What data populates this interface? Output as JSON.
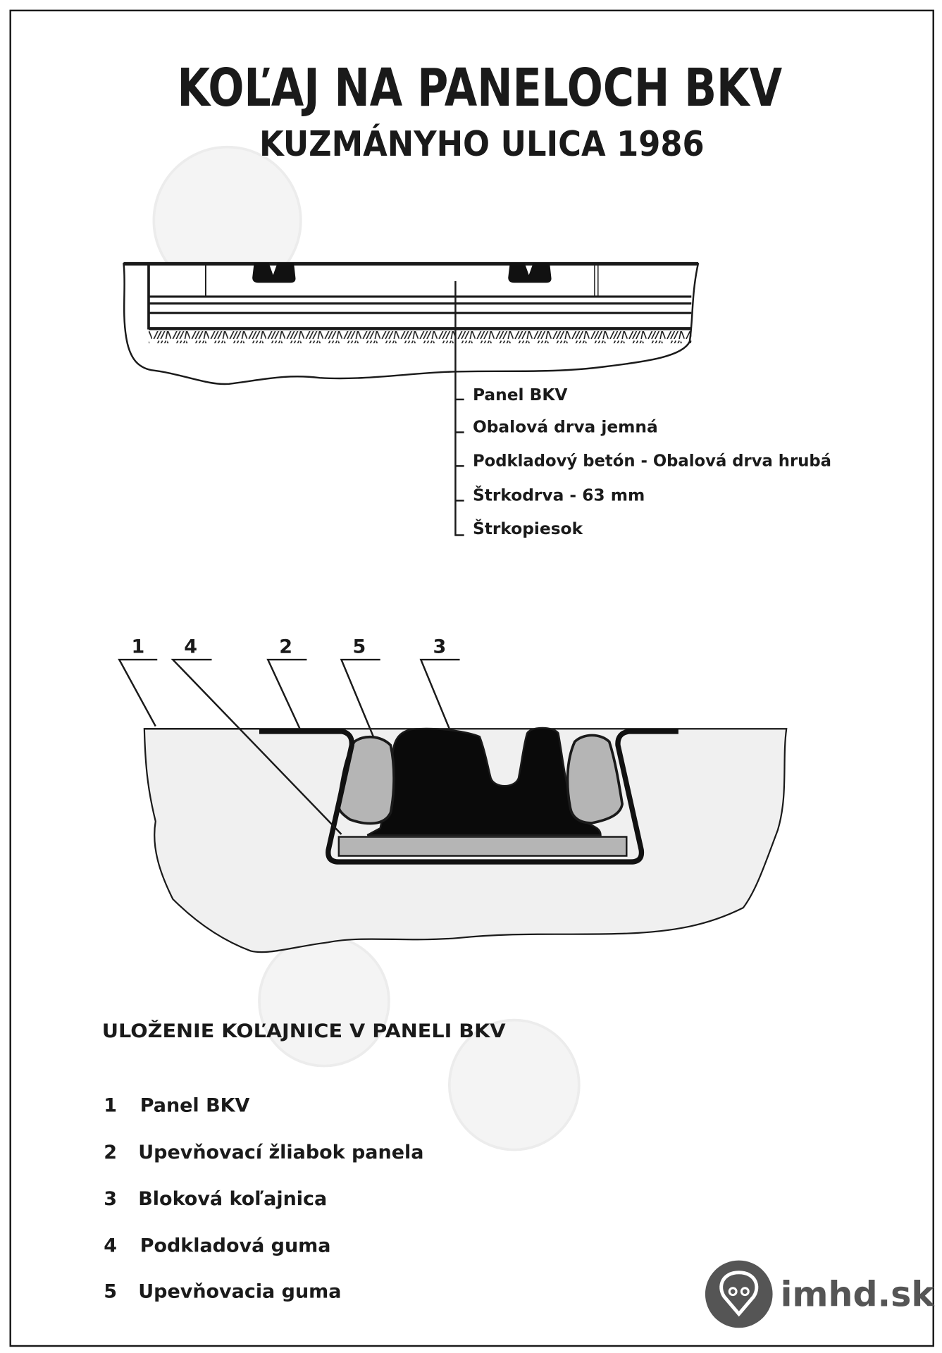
{
  "title": "KOĽAJ NA PANELOCH BKV",
  "subtitle": "KUZMÁNYHO ULICA 1986",
  "cross_section_layers": [
    "Panel BKV",
    "Obalová drva jemná",
    "Podkladový betón - Obalová drva hrubá",
    "Štrkodrva - 63 mm",
    "Štrkopiesok"
  ],
  "detail_callouts": [
    "1",
    "4",
    "2",
    "5",
    "3"
  ],
  "legend": {
    "heading": "ULOŽENIE KOĽAJNICE V PANELI BKV",
    "items": [
      {
        "num": "1",
        "label": "Panel BKV"
      },
      {
        "num": "2",
        "label": "Upevňovací žliabok panela"
      },
      {
        "num": "3",
        "label": "Bloková koľajnica"
      },
      {
        "num": "4",
        "label": "Podkladová guma"
      },
      {
        "num": "5",
        "label": "Upevňovacia guma"
      }
    ]
  },
  "logo": {
    "text": "imhd.sk",
    "color": "#555555",
    "icon": "bus-pin-icon"
  },
  "colors": {
    "ink": "#1a1a1a",
    "rubber": "#b5b5b5",
    "panel_fill": "#f0f0f0"
  }
}
